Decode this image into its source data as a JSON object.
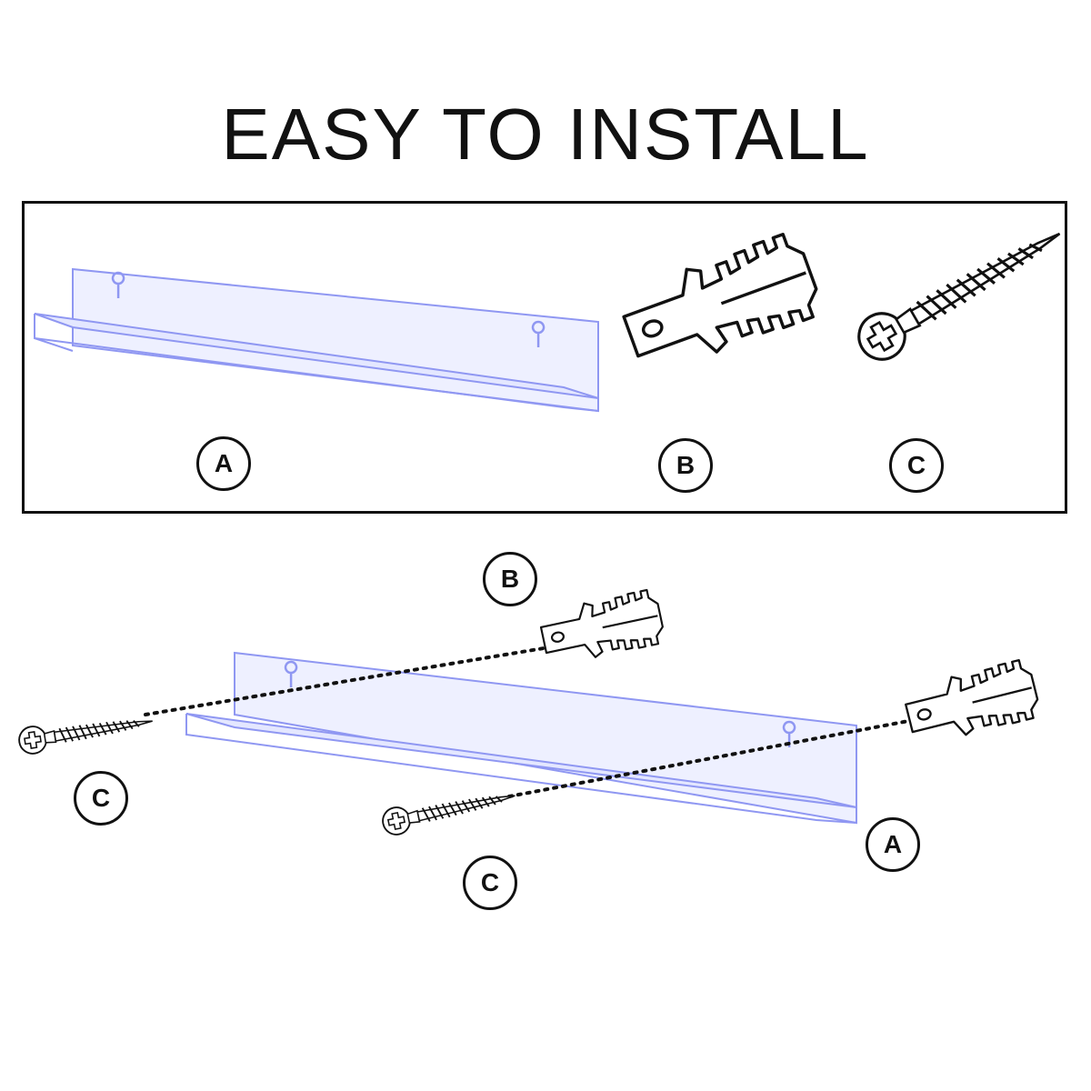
{
  "title": "EASY TO INSTALL",
  "parts": [
    {
      "label": "A",
      "name": "acrylic-shelf"
    },
    {
      "label": "B",
      "name": "wall-anchor"
    },
    {
      "label": "C",
      "name": "screw"
    }
  ],
  "assembly_labels": {
    "anchor": "B",
    "screw_left": "C",
    "screw_bottom": "C",
    "shelf": "A"
  },
  "colors": {
    "ink": "#111111",
    "shelf_fill": "#eef0ff",
    "shelf_edge": "#8f97f2"
  }
}
